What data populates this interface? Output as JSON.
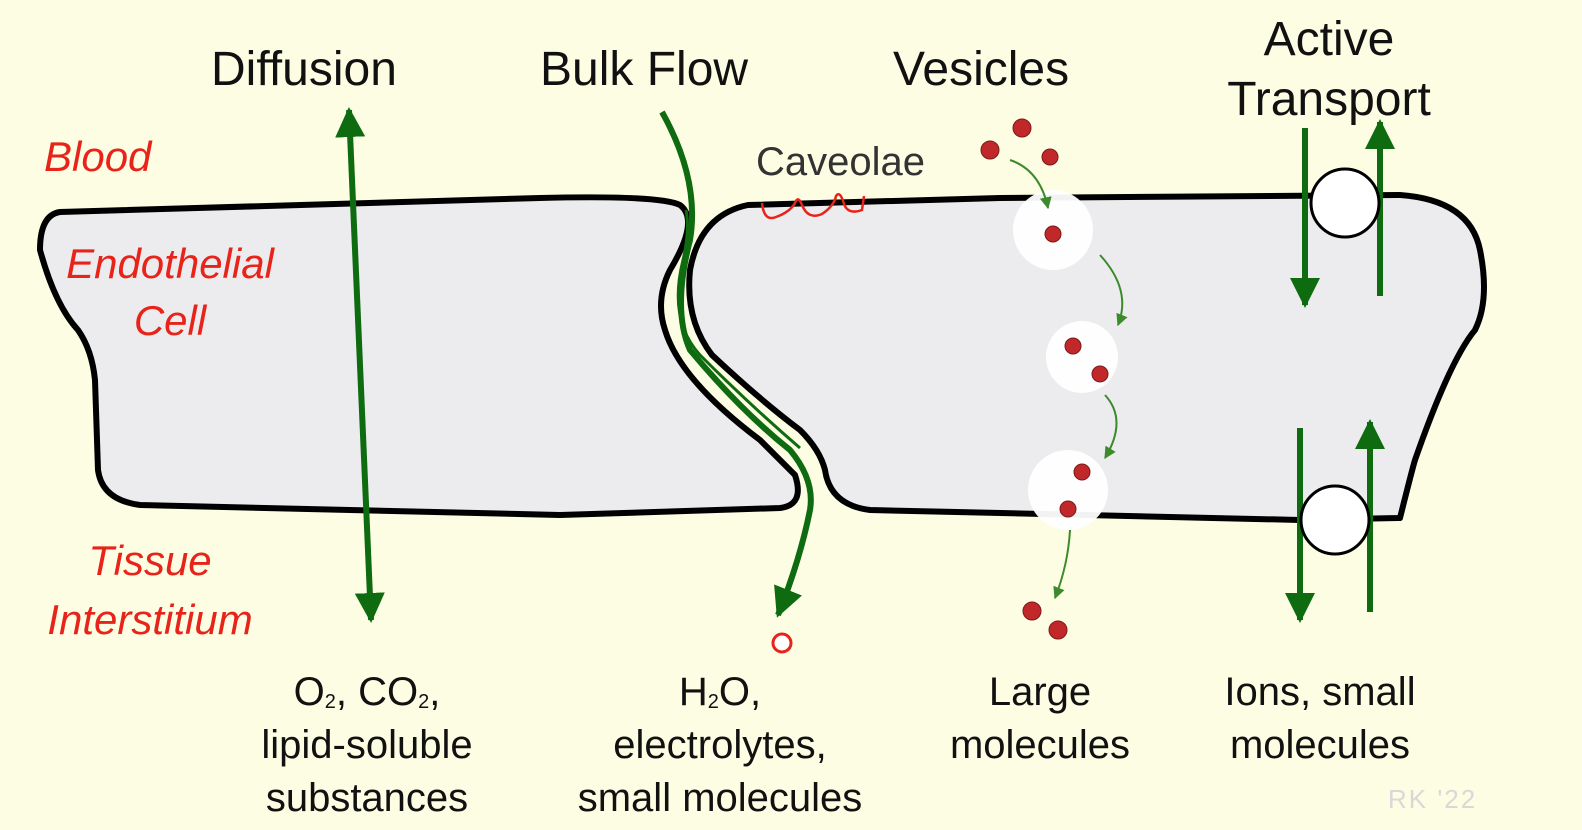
{
  "headings": {
    "diffusion": "Diffusion",
    "bulk_flow": "Bulk Flow",
    "vesicles": "Vesicles",
    "active_transport_line1": "Active",
    "active_transport_line2": "Transport"
  },
  "regions": {
    "blood": "Blood",
    "endothelial_line1": "Endothelial",
    "endothelial_line2": "Cell",
    "tissue_line1": "Tissue",
    "tissue_line2": "Interstitium"
  },
  "caveolae_label": "Caveolae",
  "substances": {
    "diffusion": {
      "o2_prefix": "O",
      "o2_sub": "2",
      "co2_prefix": ", CO",
      "co2_sub": "2",
      "co2_suffix": ",",
      "line2": "lipid-soluble",
      "line3": "substances"
    },
    "bulk_flow": {
      "h2o_prefix": "H",
      "h2o_sub": "2",
      "h2o_suffix": "O,",
      "line2": "electrolytes,",
      "line3": "small molecules"
    },
    "vesicles": {
      "line1": "Large",
      "line2": "molecules"
    },
    "active_transport": {
      "line1": "Ions, small",
      "line2": "molecules"
    }
  },
  "credit": "RK '22",
  "colors": {
    "background": "#fdfde3",
    "cell_fill": "#ececee",
    "outline": "#000000",
    "arrow_green": "#0e6b10",
    "region_red": "#e8231a",
    "molecule_red": "#c0282a"
  }
}
